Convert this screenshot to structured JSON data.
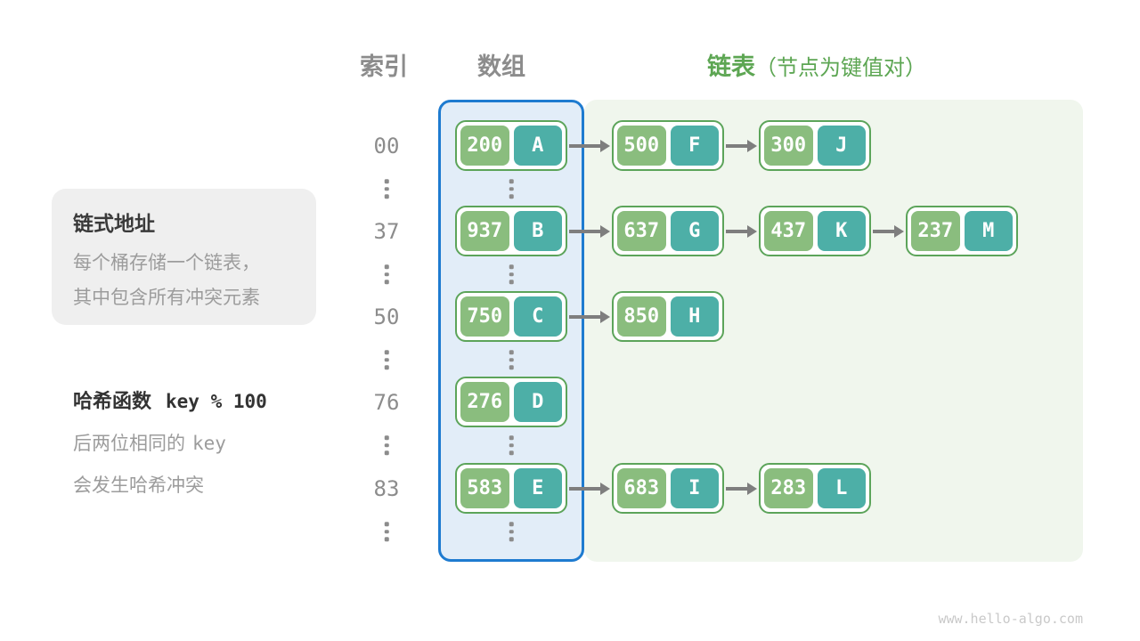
{
  "header": {
    "index_label": "索引",
    "array_label": "数组",
    "list_label": "链表",
    "list_note": "（节点为键值对）"
  },
  "note_card": {
    "title": "链式地址",
    "lines": [
      "每个桶存储一个链表，",
      "其中包含所有冲突元素"
    ]
  },
  "hash_note": {
    "title_cn": "哈希函数",
    "title_code": "key % 100",
    "line2_text": "后两位相同的",
    "line2_code": "key",
    "line3": "会发生哈希冲突"
  },
  "rows": [
    {
      "index": "00",
      "nodes": [
        {
          "key": "200",
          "value": "A"
        },
        {
          "key": "500",
          "value": "F"
        },
        {
          "key": "300",
          "value": "J"
        }
      ]
    },
    {
      "index": "37",
      "nodes": [
        {
          "key": "937",
          "value": "B"
        },
        {
          "key": "637",
          "value": "G"
        },
        {
          "key": "437",
          "value": "K"
        },
        {
          "key": "237",
          "value": "M"
        }
      ]
    },
    {
      "index": "50",
      "nodes": [
        {
          "key": "750",
          "value": "C"
        },
        {
          "key": "850",
          "value": "H"
        }
      ]
    },
    {
      "index": "76",
      "nodes": [
        {
          "key": "276",
          "value": "D"
        }
      ]
    },
    {
      "index": "83",
      "nodes": [
        {
          "key": "583",
          "value": "E"
        },
        {
          "key": "683",
          "value": "I"
        },
        {
          "key": "283",
          "value": "L"
        }
      ]
    }
  ],
  "watermark": "www.hello-algo.com",
  "colors": {
    "accent_green": "#5DA653",
    "key_green": "#8ABD7E",
    "value_teal": "#4DAFA7",
    "node_border": "#5CA45A",
    "array_border": "#1E7BD0",
    "array_fill": "#E2EDF8",
    "list_fill": "#F0F6ED",
    "gray_text": "#8C8C8C",
    "dark_text": "#3A3A3A",
    "body_gray": "#9C9C9C",
    "arrow_gray": "#7E7E7E",
    "watermark": "#C9C9C9"
  }
}
